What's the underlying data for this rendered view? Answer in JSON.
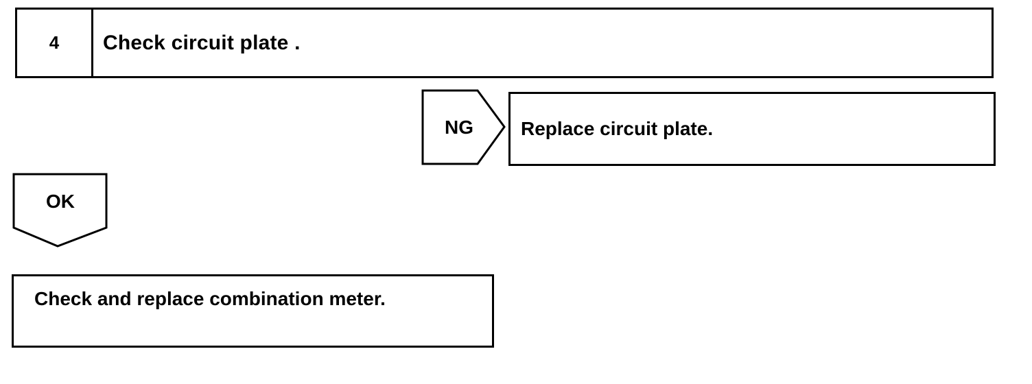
{
  "step": {
    "number": "4",
    "title": "Check circuit plate ."
  },
  "ng_branch": {
    "label": "NG",
    "action": "Replace circuit plate."
  },
  "ok_branch": {
    "label": "OK",
    "action": "Check and replace combination meter."
  }
}
